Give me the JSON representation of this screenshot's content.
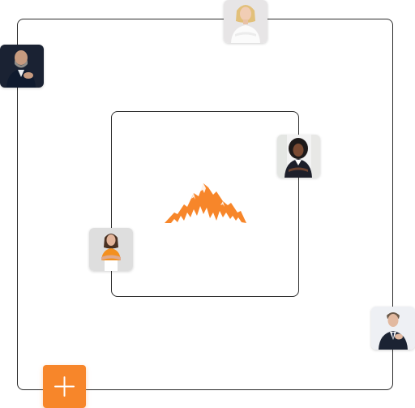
{
  "colors": {
    "accent": "#f7862a",
    "frame_border": "#2b2b2b",
    "background": "#ffffff"
  },
  "logo": {
    "icon": "mountain-logo-icon"
  },
  "avatars": [
    {
      "id": "woman-white-blouse",
      "icon": "person-avatar-icon"
    },
    {
      "id": "bearded-man-suit",
      "icon": "person-avatar-icon"
    },
    {
      "id": "woman-dark-blazer",
      "icon": "person-avatar-icon"
    },
    {
      "id": "woman-orange-top",
      "icon": "person-avatar-icon"
    },
    {
      "id": "man-dark-suit",
      "icon": "person-avatar-icon"
    }
  ],
  "add_button": {
    "icon": "plus-icon"
  }
}
